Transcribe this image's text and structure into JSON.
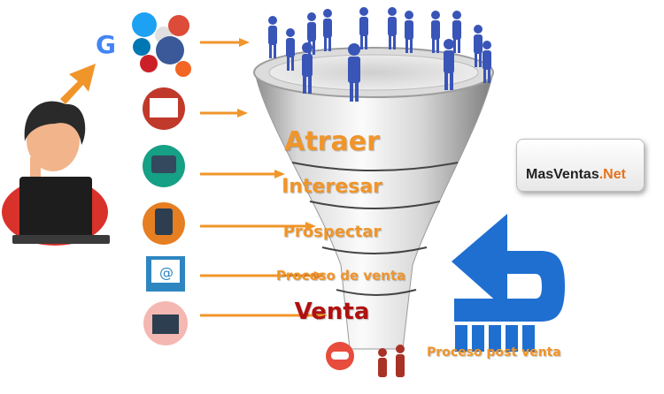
{
  "funnel": {
    "stages": [
      {
        "label": "Atraer"
      },
      {
        "label": "Interesar"
      },
      {
        "label": "Prospectar"
      },
      {
        "label": "Proceso de venta"
      },
      {
        "label": "Venta"
      }
    ],
    "post_sale_label": "Proceso post venta"
  },
  "logo": {
    "name": "MasVentas",
    "suffix": ".Net"
  },
  "colors": {
    "arrow": "#f0952a",
    "stage_text": "#f0952a",
    "sale_text": "#b01010",
    "return_arrow": "#1f6fd1",
    "people": "#3a55b8",
    "funnel_metal": "#c9c9c9"
  },
  "icons": [
    "google-icon",
    "twitter-icon",
    "email-icon",
    "google-plus-icon",
    "linkedin-icon",
    "facebook-icon",
    "pinterest-icon",
    "rss-icon",
    "video-conference-icon",
    "tablet-icon",
    "tablet-touch-icon",
    "envelope-icon",
    "cash-register-icon",
    "handshake-icon",
    "customer-people-icon",
    "shopping-cart-icon",
    "user-laptop-icon",
    "return-arrow-icon"
  ]
}
